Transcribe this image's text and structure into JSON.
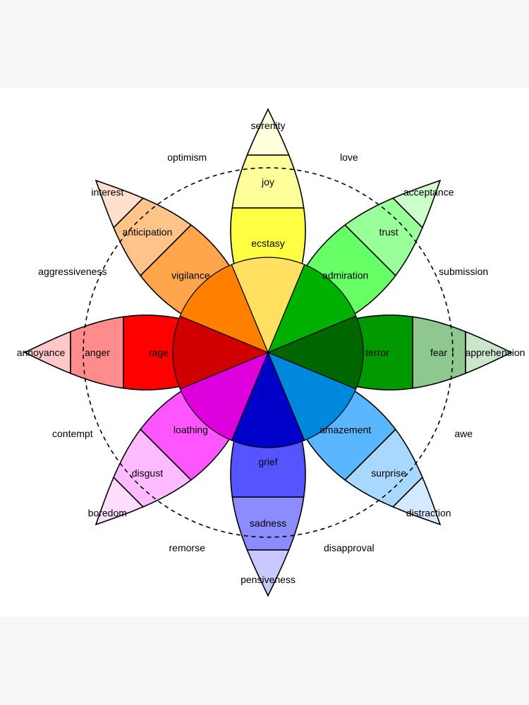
{
  "wheel": {
    "petals": [
      {
        "key": "top",
        "colors": [
          "#ffffdd",
          "#ffff99",
          "#ffff44",
          "#ffe060"
        ],
        "labels": [
          "",
          "serenity",
          "joy",
          "ecstasy"
        ]
      },
      {
        "key": "top-right",
        "colors": [
          "#ccffcc",
          "#99ff99",
          "#66ff66",
          "#00b000"
        ],
        "labels": [
          "",
          "acceptance",
          "trust",
          "admiration"
        ]
      },
      {
        "key": "right",
        "colors": [
          "#cce6cc",
          "#8fc88f",
          "#009900",
          "#006600"
        ],
        "labels": [
          "",
          "apprehension",
          "fear",
          "terror"
        ]
      },
      {
        "key": "bottom-right",
        "colors": [
          "#d4eaff",
          "#a9d8ff",
          "#59b6ff",
          "#0088dd"
        ],
        "labels": [
          "",
          "distraction",
          "surprise",
          "amazement"
        ]
      },
      {
        "key": "bottom",
        "colors": [
          "#c8c8ff",
          "#8c8cff",
          "#5555ff",
          "#0000c8"
        ],
        "labels": [
          "",
          "pensiveness",
          "sadness",
          "grief"
        ]
      },
      {
        "key": "bottom-left",
        "colors": [
          "#ffddff",
          "#ffbbff",
          "#ff55ff",
          "#dd00dd"
        ],
        "labels": [
          "",
          "boredom",
          "disgust",
          "loathing"
        ]
      },
      {
        "key": "left",
        "colors": [
          "#ffc8c8",
          "#ff8c8c",
          "#ff0000",
          "#d00000"
        ],
        "labels": [
          "",
          "annoyance",
          "anger",
          "rage"
        ]
      },
      {
        "key": "top-left",
        "colors": [
          "#ffe0cc",
          "#ffc48a",
          "#ffa64d",
          "#ff7f00"
        ],
        "labels": [
          "",
          "interest",
          "anticipation",
          "vigilance"
        ]
      }
    ],
    "dyads": [
      "love",
      "submission",
      "awe",
      "disapproval",
      "remorse",
      "contempt",
      "aggressiveness",
      "optimism"
    ]
  }
}
